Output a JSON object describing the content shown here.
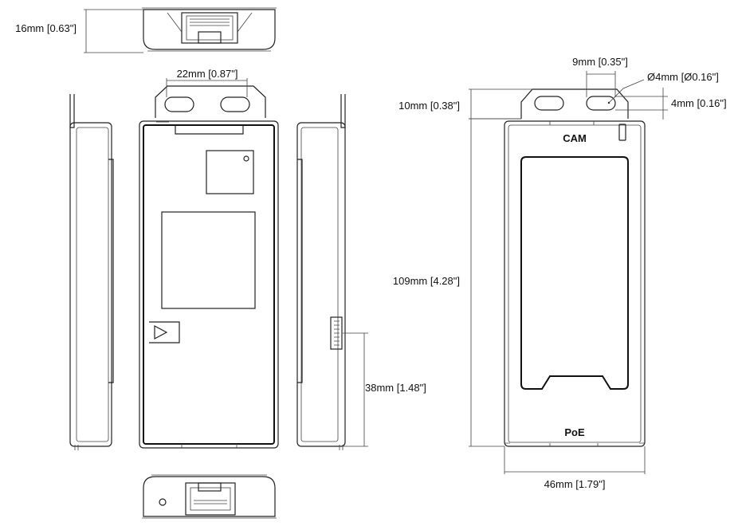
{
  "dimensions": {
    "top_depth": "16mm [0.63\"]",
    "tab_spacing": "22mm [0.87\"]",
    "slot_width": "9mm [0.35\"]",
    "hole_diameter": "Ø4mm [Ø0.16\"]",
    "hole_offset": "4mm [0.16\"]",
    "tab_height": "10mm [0.38\"]",
    "height": "109mm [4.28\"]",
    "port_height": "38mm [1.48\"]",
    "width": "46mm [1.79\"]"
  },
  "labels": {
    "cam": "CAM",
    "poe": "PoE"
  }
}
